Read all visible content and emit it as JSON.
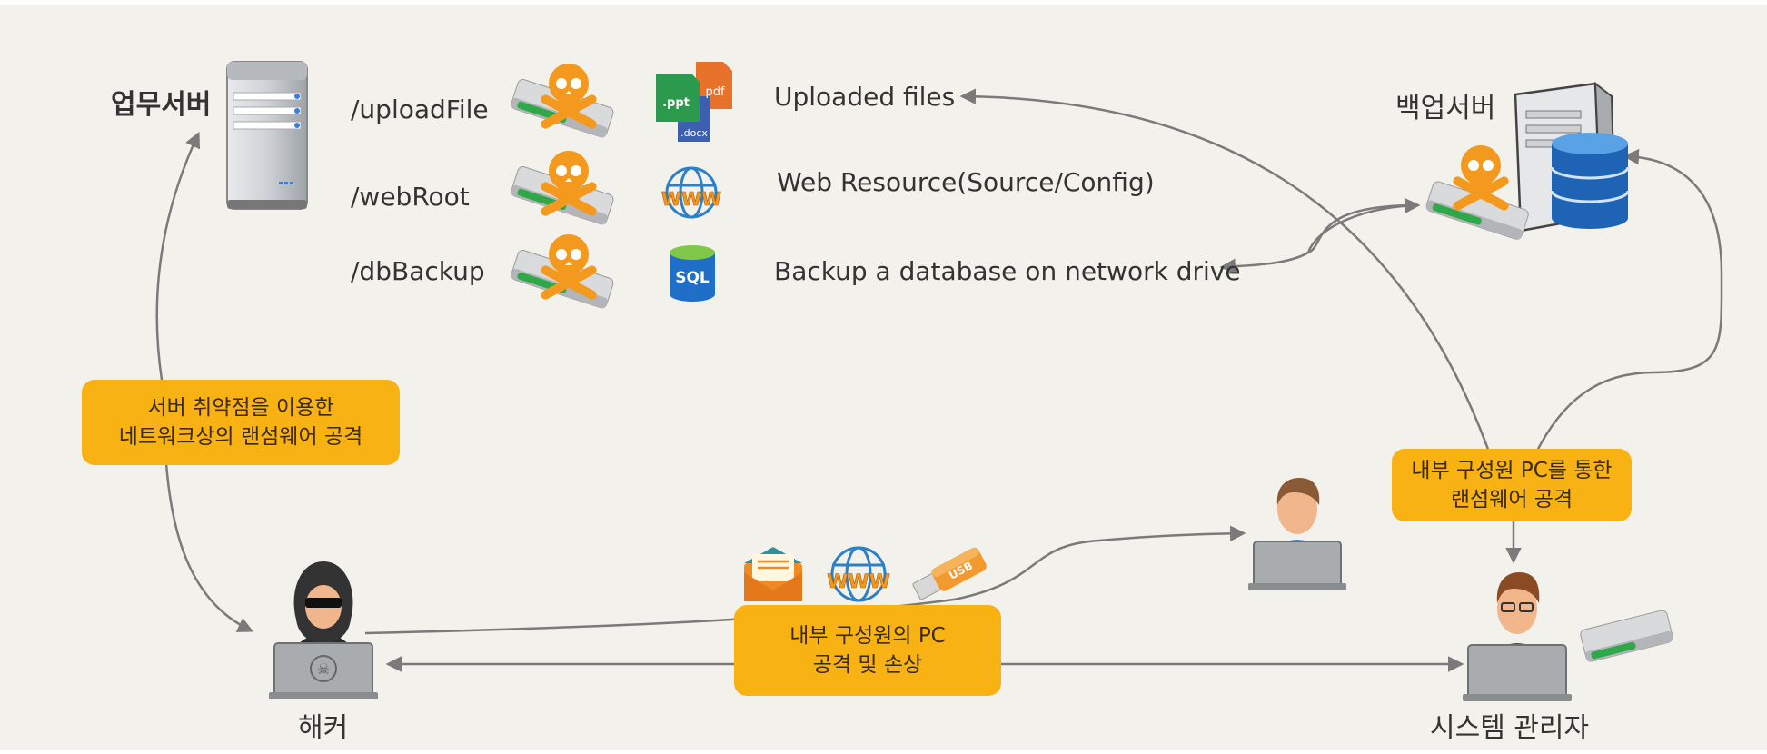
{
  "nodes": {
    "work_server": "업무서버",
    "backup_server": "백업서버",
    "hacker": "해커",
    "sysadmin": "시스템 관리자"
  },
  "shares": [
    {
      "path": "/uploadFile",
      "content": "Uploaded files"
    },
    {
      "path": "/webRoot",
      "content": "Web Resource(Source/Config)"
    },
    {
      "path": "/dbBackup",
      "content": "Backup a database on network drive"
    }
  ],
  "file_icons": {
    "ppt": ".ppt",
    "pdf": "pdf",
    "docx": ".docx",
    "www": "WWW",
    "sql": "SQL",
    "usb": "USB"
  },
  "callouts": {
    "server_attack": {
      "line1": "서버 취약점을 이용한",
      "line2": "네트워크상의 랜섬웨어 공격"
    },
    "pc_attack": {
      "line1": "내부 구성원의 PC",
      "line2": "공격 및 손상"
    },
    "insider_attack": {
      "line1": "내부 구성원 PC를 통한",
      "line2": "랜섬웨어 공격"
    }
  },
  "colors": {
    "background": "#f3f1ec",
    "callout": "#f8b214",
    "arrow": "#7a7a7a",
    "skull": "#f39a1e",
    "drive_green": "#2fa84a"
  }
}
